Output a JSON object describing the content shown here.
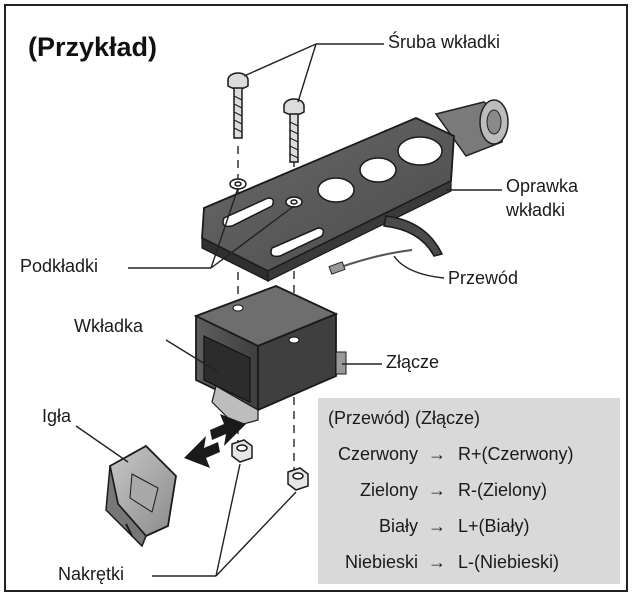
{
  "title": "(Przykład)",
  "labels": {
    "screw": "Śruba wkładki",
    "headshell_line1": "Oprawka",
    "headshell_line2": "wkładki",
    "washers": "Podkładki",
    "lead_wire": "Przewód",
    "cartridge": "Wkładka",
    "connector": "Złącze",
    "stylus": "Igła",
    "nuts": "Nakrętki"
  },
  "legend": {
    "header": "(Przewód) (Złącze)",
    "arrow": "→",
    "rows": [
      {
        "wire": "Czerwony",
        "terminal": "R+(Czerwony)"
      },
      {
        "wire": "Zielony",
        "terminal": "R-(Zielony)"
      },
      {
        "wire": "Biały",
        "terminal": "L+(Biały)"
      },
      {
        "wire": "Niebieski",
        "terminal": "L-(Niebieski)"
      }
    ]
  },
  "colors": {
    "part_fill": "#5a5a5a",
    "part_dark": "#3c3c3c",
    "part_light": "#9a9a9a",
    "legend_bg": "#d9d9d9"
  }
}
